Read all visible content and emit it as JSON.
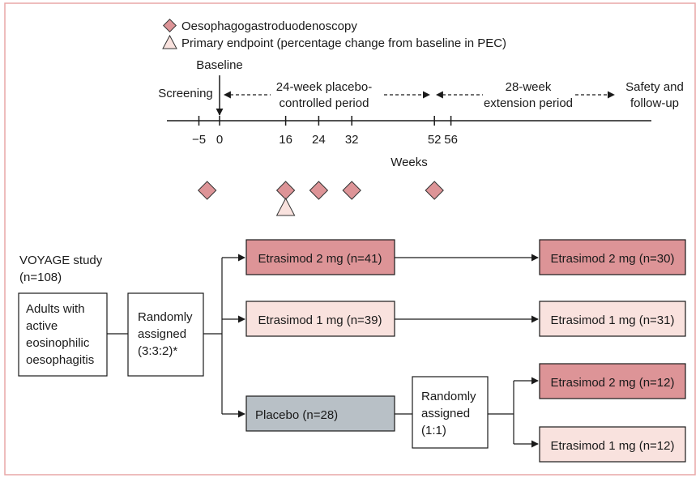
{
  "legend": {
    "osophago_label": "Oesophagogastroduodenoscopy",
    "endpoint_label": "Primary endpoint (percentage change from baseline in PEC)"
  },
  "timeline": {
    "baseline_label": "Baseline",
    "screening_label": "Screening",
    "placebo_period_line1": "24-week placebo-",
    "placebo_period_line2": "controlled period",
    "extension_line1": "28-week",
    "extension_line2": "extension period",
    "safety_line1": "Safety and",
    "safety_line2": "follow-up",
    "axis_label": "Weeks",
    "ticks": [
      {
        "label": "−5",
        "week": -5
      },
      {
        "label": "0",
        "week": 0
      },
      {
        "label": "16",
        "week": 16
      },
      {
        "label": "24",
        "week": 24
      },
      {
        "label": "32",
        "week": 32
      },
      {
        "label": "52",
        "week": 52
      },
      {
        "label": "56",
        "week": 56
      }
    ],
    "osophago_weeks": [
      -3,
      16,
      24,
      32,
      52
    ],
    "endpoint_week": 16
  },
  "study": {
    "name": "VOYAGE study",
    "n": "(n=108)"
  },
  "boxes": {
    "adults": [
      "Adults with",
      "active",
      "eosinophilic",
      "oesophagitis"
    ],
    "randomised1": [
      "Randomly",
      "assigned",
      "(3:3:2)*"
    ],
    "randomised2": [
      "Randomly",
      "assigned",
      "(1:1)"
    ],
    "arm_e2": "Etrasimod 2 mg (n=41)",
    "arm_e1": "Etrasimod 1 mg (n=39)",
    "arm_placebo": "Placebo (n=28)",
    "ext_e2": "Etrasimod 2 mg (n=30)",
    "ext_e1": "Etrasimod 1 mg (n=31)",
    "ext_p_e2": "Etrasimod 2 mg (n=12)",
    "ext_p_e1": "Etrasimod 1 mg (n=12)"
  },
  "colors": {
    "dark_pink": "#dd9497",
    "light_pink": "#f9e2de",
    "placebo_grey": "#b8c0c6",
    "frame": "#e8a7a7"
  }
}
